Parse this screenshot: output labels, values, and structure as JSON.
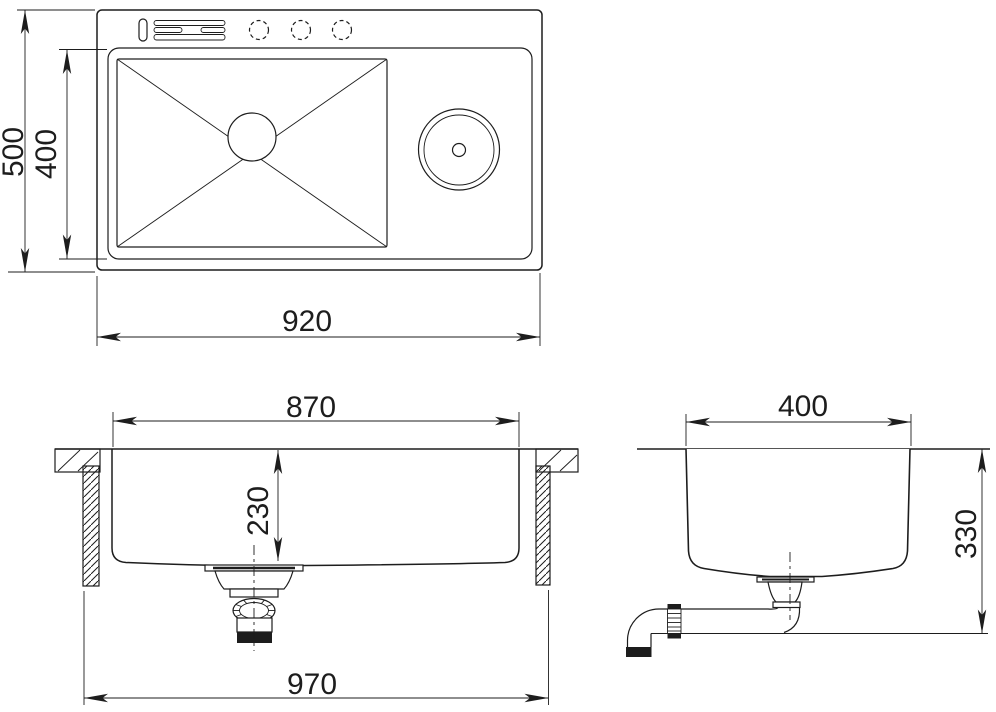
{
  "page": {
    "background": "#ffffff"
  },
  "drawing": {
    "type": "technical-drawing",
    "subject": "kitchen-sink-dimension-drawing",
    "line_color": "#1d1d1d",
    "views": {
      "top": {
        "name": "top-view",
        "dims": {
          "overall_height": "500",
          "bowl_height": "400",
          "body_width": "920"
        }
      },
      "front": {
        "name": "front-section-view",
        "dims": {
          "rim_width": "870",
          "bowl_depth": "230",
          "overall_width": "970"
        }
      },
      "side": {
        "name": "side-section-view",
        "dims": {
          "bowl_width": "400",
          "overall_height": "330"
        }
      }
    }
  }
}
